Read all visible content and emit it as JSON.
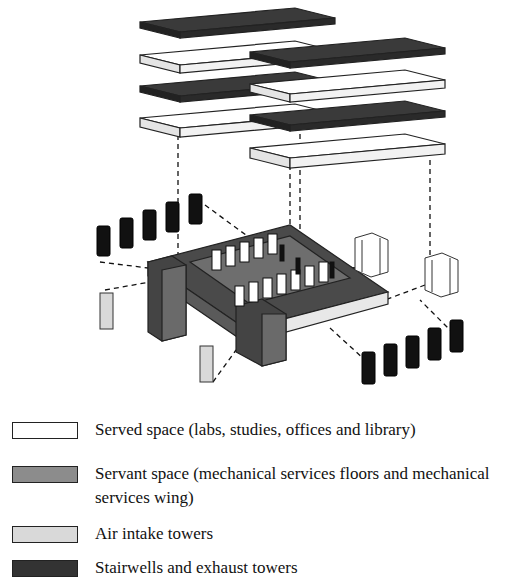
{
  "diagram": {
    "legend": [
      {
        "text": "Served space (labs, studies, offices and library)",
        "color": "#ffffff"
      },
      {
        "text": "Servant space (mechanical services floors and mechanical services wing)",
        "color": "#8c8c8c"
      },
      {
        "text": "Air intake towers",
        "color": "#d9d9d9"
      },
      {
        "text": "Stairwells and exhaust towers",
        "color": "#333333"
      }
    ]
  }
}
